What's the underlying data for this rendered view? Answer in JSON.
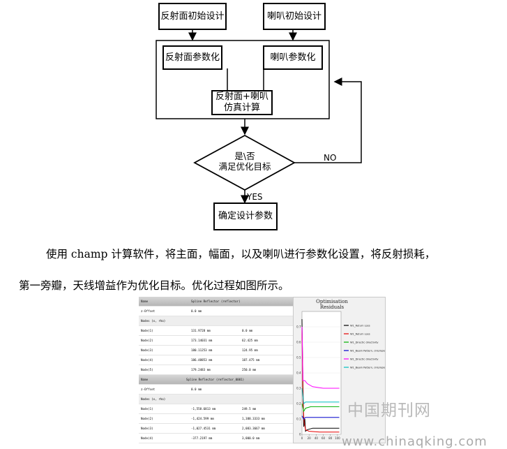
{
  "flowchart": {
    "reflector_initial": "反射面初始设计",
    "horn_initial": "喇叭初始设计",
    "reflector_param": "反射面参数化",
    "horn_param": "喇叭参数化",
    "simulation_line1": "反射面+喇叭",
    "simulation_line2": "仿真计算",
    "decision_line1": "是\\否",
    "decision_line2": "满足优化目标",
    "no_label": "NO",
    "yes_label": "YES",
    "final": "确定设计参数"
  },
  "paragraph": {
    "line1": "使用 champ 计算软件，将主面，幅面，以及喇叭进行参数化设置，将反射损耗，",
    "line2": "第一旁瓣，天线增益作为优化目标。优化过程如图所示。"
  },
  "table": {
    "header1": {
      "tag": "Name",
      "title": "Spline Reflector (reflector)"
    },
    "row_offset1": {
      "label": "z-Offset",
      "v1": "0.0 mm"
    },
    "nodes_header1": "Nodes (x, rho)",
    "rows1": [
      {
        "label": "Node(1)",
        "v1": "131.9728 mm",
        "v2": "0.0 mm"
      },
      {
        "label": "Node(2)",
        "v1": "173.14031 mm",
        "v2": "62.425 mm"
      },
      {
        "label": "Node(3)",
        "v1": "180.11253 mm",
        "v2": "124.95 mm"
      },
      {
        "label": "Node(4)",
        "v1": "186.48853 mm",
        "v2": "187.475 mm"
      },
      {
        "label": "Node(5)",
        "v1": "179.2483 mm",
        "v2": "250.0 mm"
      }
    ],
    "header2": {
      "tag": "Name",
      "title": "Spline Reflector (reflector_0001)"
    },
    "row_offset2": {
      "label": "z-Offset",
      "v1": "0.0 mm"
    },
    "nodes_header2": "Nodes (x, rho)",
    "rows2": [
      {
        "label": "Node(1)",
        "v1": "-1,558.6813 mm",
        "v2": "249.5 mm"
      },
      {
        "label": "Node(2)",
        "v1": "-1,424.599 mm",
        "v2": "1,388.3333 mm"
      },
      {
        "label": "Node(3)",
        "v1": "-1,027.4531 mm",
        "v2": "2,083.3667 mm"
      },
      {
        "label": "Node(4)",
        "v1": "-377.2197 mm",
        "v2": "3,000.0 mm"
      }
    ]
  },
  "chart_data": {
    "type": "line",
    "title": "Optimisation",
    "subtitle": "Residuals",
    "ylim": [
      0,
      0.8
    ],
    "yticks": [
      "0.7",
      "0.6",
      "0.5",
      "0.4",
      "0.3",
      "0.2",
      "0.1",
      "0"
    ],
    "xlim": [
      0,
      110
    ],
    "xticks": [
      "0",
      "20",
      "40",
      "60",
      "80",
      "100"
    ],
    "series": [
      {
        "name": "W1_Return Loss",
        "color": "#000000",
        "values": [
          [
            0,
            0.75
          ],
          [
            3,
            0.3
          ],
          [
            5,
            0.05
          ],
          [
            8,
            0.1
          ],
          [
            10,
            0.02
          ],
          [
            15,
            0.03
          ],
          [
            30,
            0.04
          ],
          [
            60,
            0.04
          ],
          [
            105,
            0.04
          ]
        ]
      },
      {
        "name": "W1_Return Loss",
        "color": "#e60000",
        "values": [
          [
            0,
            0.68
          ],
          [
            3,
            0.2
          ],
          [
            6,
            0.08
          ],
          [
            10,
            0.03
          ],
          [
            20,
            0.02
          ],
          [
            50,
            0.015
          ],
          [
            105,
            0.015
          ]
        ]
      },
      {
        "name": "W1_Directic directivity",
        "color": "#00b000",
        "values": [
          [
            0,
            0.2
          ],
          [
            5,
            0.15
          ],
          [
            10,
            0.17
          ],
          [
            25,
            0.18
          ],
          [
            50,
            0.18
          ],
          [
            105,
            0.18
          ]
        ]
      },
      {
        "name": "W1_Beam Pattern, d-template",
        "color": "#0000cc",
        "values": [
          [
            0,
            0.12
          ],
          [
            5,
            0.1
          ],
          [
            10,
            0.11
          ],
          [
            40,
            0.11
          ],
          [
            105,
            0.11
          ]
        ]
      },
      {
        "name": "W1_Directic directivity",
        "color": "#ff00ff",
        "values": [
          [
            0,
            0.7
          ],
          [
            3,
            0.35
          ],
          [
            8,
            0.35
          ],
          [
            15,
            0.33
          ],
          [
            30,
            0.31
          ],
          [
            60,
            0.3
          ],
          [
            105,
            0.3
          ]
        ]
      },
      {
        "name": "W1_Beam Pattern, d-template",
        "color": "#00bfbf",
        "values": [
          [
            0,
            0.3
          ],
          [
            5,
            0.2
          ],
          [
            10,
            0.21
          ],
          [
            30,
            0.21
          ],
          [
            105,
            0.21
          ]
        ]
      }
    ]
  },
  "watermark": {
    "cn": "中国期刊网",
    "url": "www.chinaqking.com"
  }
}
